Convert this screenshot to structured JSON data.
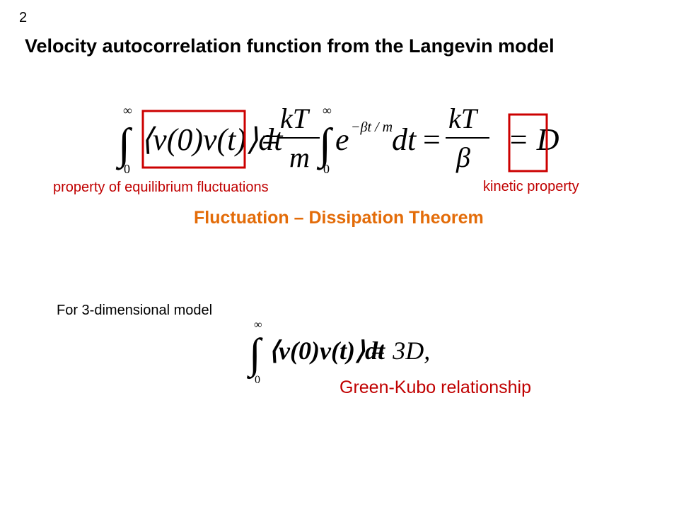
{
  "page_number": "2",
  "title": "Velocity autocorrelation function from the Langevin model",
  "equation1": {
    "integral_upper": "∞",
    "integral_lower": "0",
    "integrand_lhs": "⟨v(0)v(t)⟩dt",
    "equals": "=",
    "frac1_num": "kT",
    "frac1_den": "m",
    "exp_base": "e",
    "exp_power": "−βt / m",
    "dt": "dt",
    "frac2_num": "kT",
    "frac2_den": "β",
    "rhs": "= D",
    "box_color": "#cc0000"
  },
  "labels": {
    "equilibrium": "property of equilibrium fluctuations",
    "kinetic": "kinetic property",
    "theorem": "Fluctuation – Dissipation Theorem",
    "dimensional": "For 3-dimensional model",
    "green_kubo": "Green-Kubo relationship"
  },
  "equation2": {
    "integral_upper": "∞",
    "integral_lower": "0",
    "integrand": "⟨v(0)v(t)⟩dt",
    "rhs": "= 3D,"
  },
  "colors": {
    "red_label": "#c00000",
    "orange_title": "#e36c09"
  }
}
